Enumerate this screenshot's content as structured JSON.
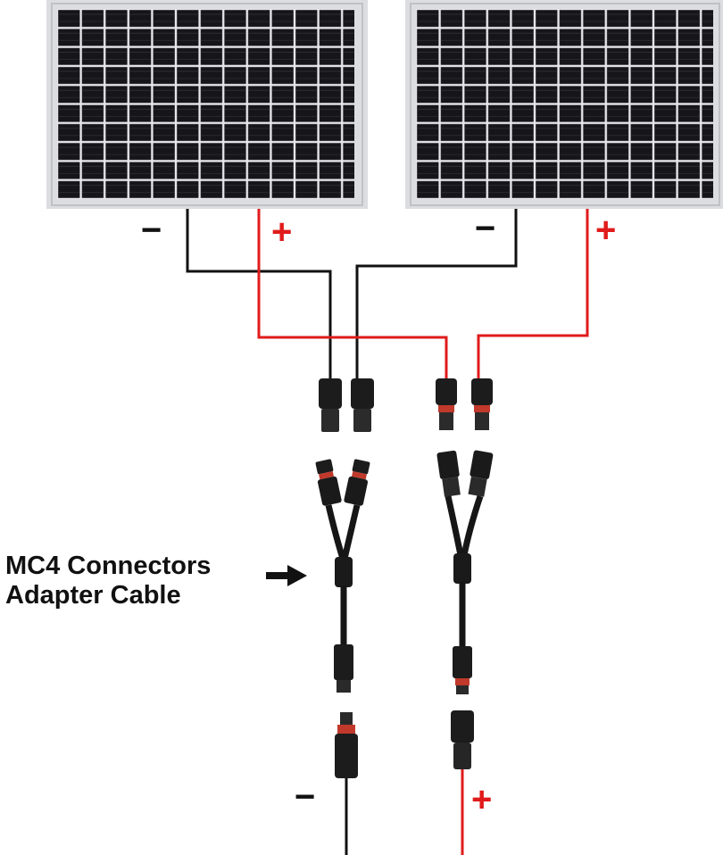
{
  "callout": {
    "line1": "MC4 Connectors",
    "line2": "Adapter Cable"
  },
  "polarity": {
    "negative": "−",
    "positive": "+"
  },
  "colors": {
    "negative_wire": "#111111",
    "positive_wire": "#e01b1b",
    "panel_cell": "#16161a",
    "panel_frame": "#dcdde0",
    "connector": "#1c1c1c",
    "connector_accent": "#c0392b"
  },
  "panels": [
    {
      "id": "left-panel"
    },
    {
      "id": "right-panel"
    }
  ],
  "icons": [
    "arrow-right-icon",
    "minus-icon",
    "plus-icon",
    "mc4-connector-icon"
  ]
}
